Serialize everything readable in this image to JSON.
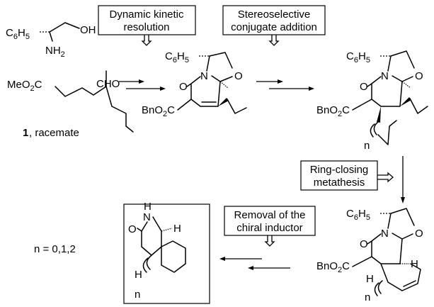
{
  "boxes": {
    "dkr": [
      "Dynamic kinetic",
      "resolution"
    ],
    "sca": [
      "Stereoselective",
      "conjugate addition"
    ],
    "rcm": [
      "Ring-closing",
      "metathesis"
    ],
    "rem": [
      "Removal of  the",
      "chiral inductor"
    ]
  },
  "start": {
    "aminoalcohol": {
      "ph": "C6H5",
      "oh": "OH",
      "nh2": "NH2"
    },
    "aldehyde": {
      "ester": "MeO2C",
      "cho": "CHO"
    },
    "caption_num": "1",
    "caption_text": ", racemate"
  },
  "labels": {
    "ph": "C6H5",
    "bn": "BnO2C",
    "o": "O",
    "n": "N",
    "h": "H",
    "nh": "N",
    "nh_h": "H",
    "nvar": "n",
    "nvalues": "n = 0,1,2"
  }
}
